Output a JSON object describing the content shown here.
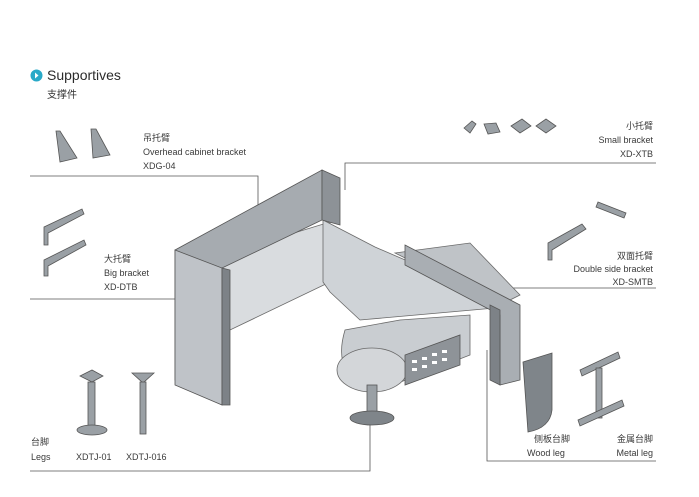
{
  "header": {
    "title_en": "Supportives",
    "title_cn": "支撑件",
    "accent_color": "#29a9c8"
  },
  "callouts": {
    "overhead": {
      "cn": "吊托臂",
      "en": "Overhead cabinet bracket",
      "code": "XDG-04"
    },
    "big": {
      "cn": "大托臂",
      "en": "Big bracket",
      "code": "XD-DTB"
    },
    "small": {
      "cn": "小托臂",
      "en": "Small bracket",
      "code": "XD-XTB"
    },
    "double": {
      "cn": "双面托臂",
      "en": "Double side bracket",
      "code": "XD-SMTB"
    },
    "legs": {
      "cn": "台脚",
      "en": "Legs",
      "code1": "XDTJ-01",
      "code2": "XDTJ-016"
    },
    "wood_leg": {
      "cn": "侧板台脚",
      "en": "Wood  leg"
    },
    "metal_leg": {
      "cn": "金属台脚",
      "en": "Metal leg"
    }
  }
}
